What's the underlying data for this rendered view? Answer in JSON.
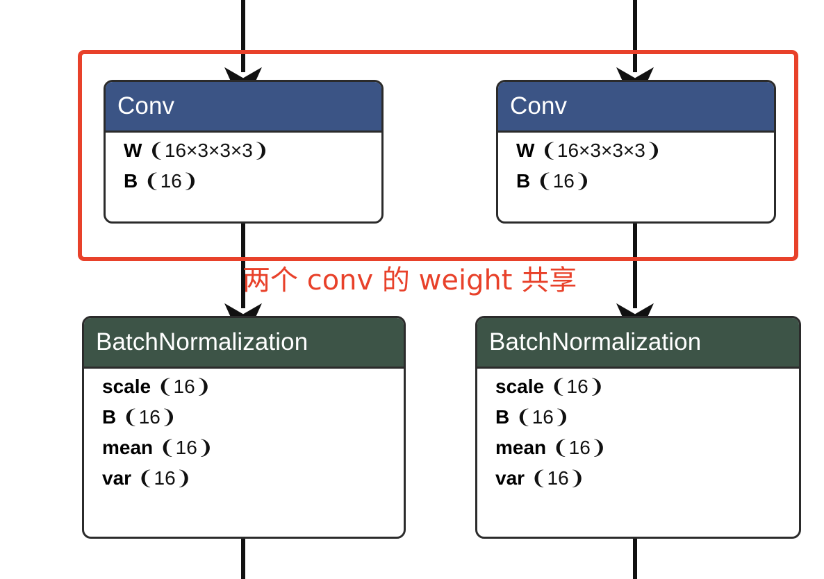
{
  "diagram": {
    "title": "Neural network graph fragment with shared Conv weights",
    "colors": {
      "conv_header": "#3b5485",
      "bn_header": "#3d5447",
      "node_border": "#2b2b2b",
      "node_body": "#ffffff",
      "annotation_red": "#e8412a",
      "edge": "#111111",
      "background": "#ffffff"
    },
    "annotation": {
      "label": "两个 conv 的 weight 共享",
      "color": "#e8412a",
      "shape": "rectangle",
      "encloses": [
        "Conv (left)",
        "Conv (right)"
      ]
    },
    "nodes": [
      {
        "id": "conv-left",
        "op": "Conv",
        "column": "left",
        "header_color": "#3b5485",
        "attributes": [
          {
            "name": "W",
            "value": "❨16×3×3×3❩"
          },
          {
            "name": "B",
            "value": "❨16❩"
          }
        ]
      },
      {
        "id": "conv-right",
        "op": "Conv",
        "column": "right",
        "header_color": "#3b5485",
        "attributes": [
          {
            "name": "W",
            "value": "❨16×3×3×3❩"
          },
          {
            "name": "B",
            "value": "❨16❩"
          }
        ]
      },
      {
        "id": "bn-left",
        "op": "BatchNormalization",
        "column": "left",
        "header_color": "#3d5447",
        "attributes": [
          {
            "name": "scale",
            "value": "❨16❩"
          },
          {
            "name": "B",
            "value": "❨16❩"
          },
          {
            "name": "mean",
            "value": "❨16❩"
          },
          {
            "name": "var",
            "value": "❨16❩"
          }
        ]
      },
      {
        "id": "bn-right",
        "op": "BatchNormalization",
        "column": "right",
        "header_color": "#3d5447",
        "attributes": [
          {
            "name": "scale",
            "value": "❨16❩"
          },
          {
            "name": "B",
            "value": "❨16❩"
          },
          {
            "name": "mean",
            "value": "❨16❩"
          },
          {
            "name": "var",
            "value": "❨16❩"
          }
        ]
      }
    ],
    "edges": [
      {
        "from": "above (off-screen)",
        "to": "conv-left",
        "arrow": true
      },
      {
        "from": "above (off-screen)",
        "to": "conv-right",
        "arrow": true
      },
      {
        "from": "conv-left",
        "to": "bn-left",
        "arrow": true
      },
      {
        "from": "conv-right",
        "to": "bn-right",
        "arrow": true
      },
      {
        "from": "bn-left",
        "to": "below (off-screen)",
        "arrow": false
      },
      {
        "from": "bn-right",
        "to": "below (off-screen)",
        "arrow": false
      }
    ]
  }
}
